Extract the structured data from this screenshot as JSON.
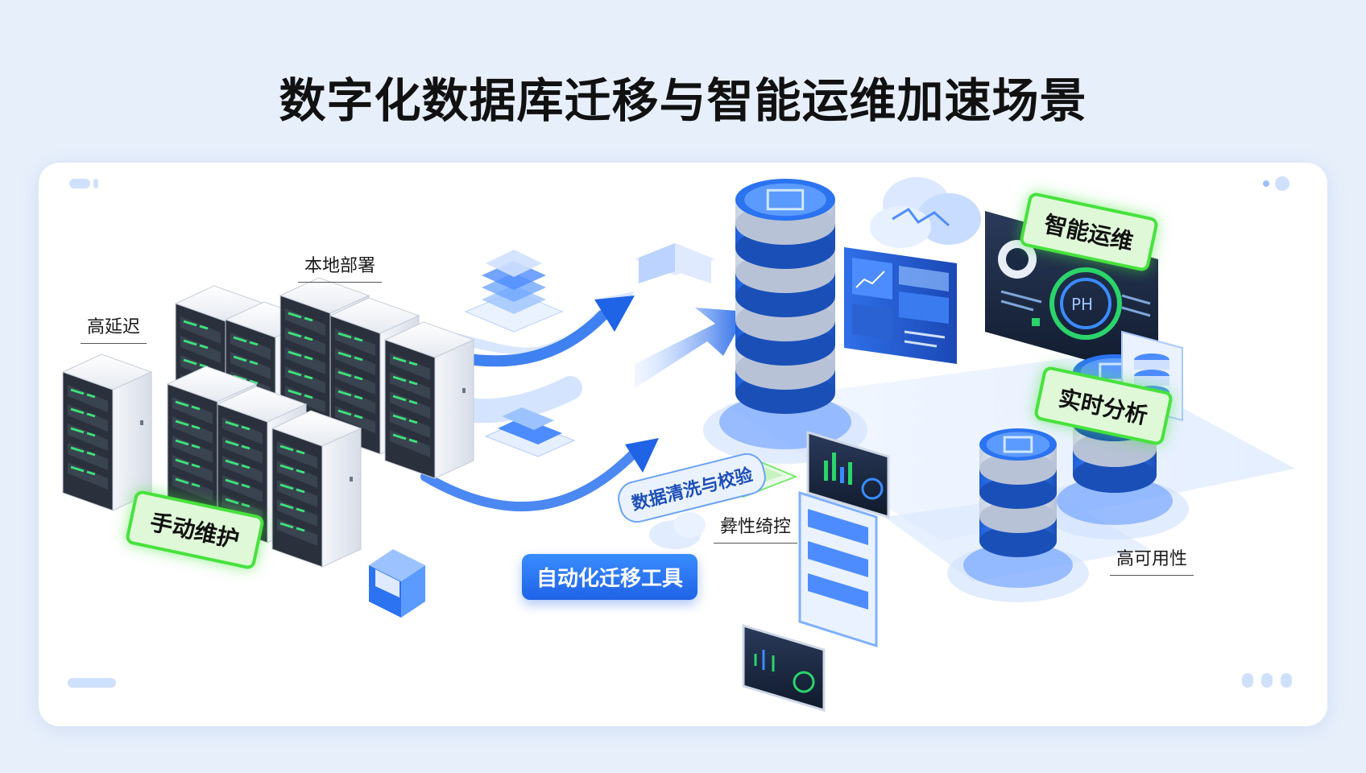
{
  "title": "数字化数据库迁移与智能运维加速场景",
  "labels": {
    "local_deploy": "本地部署",
    "high_latency": "高延迟",
    "manual_ops": "手动维护",
    "auto_migration_tool": "自动化迁移工具",
    "data_clean_verify": "数据清洗与校验",
    "elastic_scaling": "彜性绮控",
    "high_availability": "高可用性",
    "smart_ops": "智能运维",
    "realtime_analysis": "实时分析",
    "screen_text": "PH"
  },
  "colors": {
    "accent_blue": "#1f63e6",
    "accent_green": "#47e23d",
    "background": "#e7effb"
  }
}
